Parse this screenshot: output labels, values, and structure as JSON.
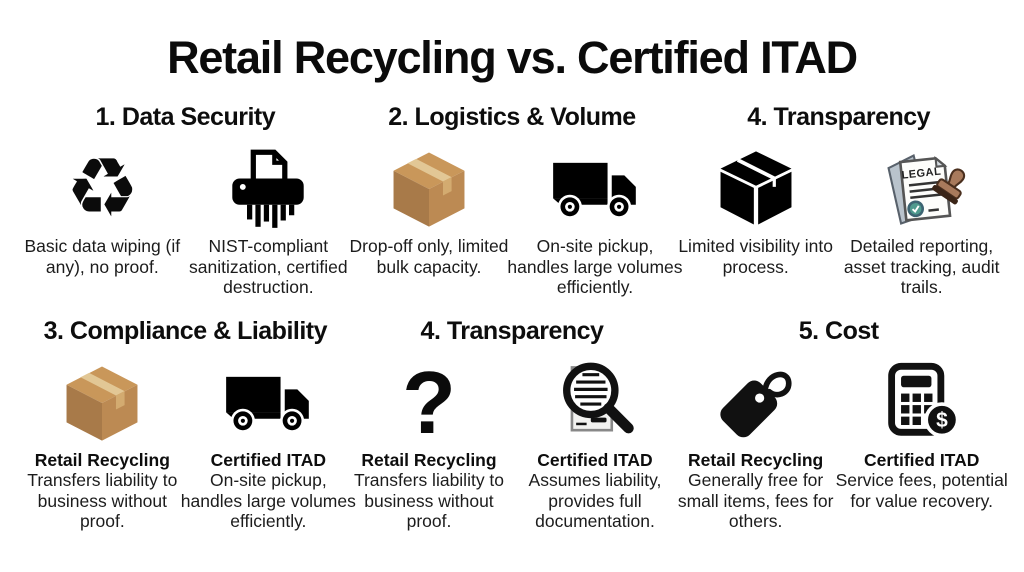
{
  "title": "Retail Recycling vs. Certified ITAD",
  "sections": [
    {
      "heading": "1. Data Security",
      "items": [
        {
          "icon": "recycle-icon",
          "caption": "Basic data wiping (if any), no proof."
        },
        {
          "icon": "shredder-icon",
          "caption": "NIST-compliant sanitization, certified destruction."
        }
      ]
    },
    {
      "heading": "2. Logistics & Volume",
      "items": [
        {
          "icon": "cardboard-box-icon",
          "caption": "Drop-off only, limited bulk capacity."
        },
        {
          "icon": "truck-icon",
          "caption": "On-site pickup, handles large volumes efficiently."
        }
      ]
    },
    {
      "heading": "4. Transparency",
      "items": [
        {
          "icon": "closed-box-icon",
          "caption": "Limited visibility into process."
        },
        {
          "icon": "legal-document-icon",
          "caption": "Detailed reporting, asset tracking, audit trails."
        }
      ]
    },
    {
      "heading": "3. Compliance & Liability",
      "items": [
        {
          "icon": "cardboard-box-icon",
          "label": "Retail Recycling",
          "caption": "Transfers liability to business without proof."
        },
        {
          "icon": "truck-icon",
          "label": "Certified ITAD",
          "caption": "On-site pickup, handles large volumes efficiently."
        }
      ]
    },
    {
      "heading": "4. Transparency",
      "items": [
        {
          "icon": "question-mark-icon",
          "label": "Retail Recycling",
          "caption": "Transfers liability to business without proof."
        },
        {
          "icon": "magnifier-document-icon",
          "label": "Certified ITAD",
          "caption": "Assumes liability, provides full documentation."
        }
      ]
    },
    {
      "heading": "5. Cost",
      "items": [
        {
          "icon": "price-tag-icon",
          "label": "Retail Recycling",
          "caption": "Generally free for small items, fees for others."
        },
        {
          "icon": "calculator-dollar-icon",
          "label": "Certified ITAD",
          "caption": "Service fees, potential for value recovery."
        }
      ]
    }
  ],
  "icons": {
    "recycle_glyph": "♻",
    "question_glyph": "?",
    "dollar_glyph": "$",
    "legal_label": "LEGAL"
  },
  "colors": {
    "background": "#ffffff",
    "ink": "#0b0b0b",
    "box_top_tan": "#c9975a",
    "box_left_tan": "#a87a49",
    "box_right_tan": "#bc8a53",
    "box_tape": "#e2c795",
    "paper_back_sheet": "#b9c3cc",
    "seal_outer": "#3c6472",
    "seal_inner": "#4f9a8e",
    "stamp_brown": "#a87a5c",
    "stamp_dark": "#3a2417"
  }
}
